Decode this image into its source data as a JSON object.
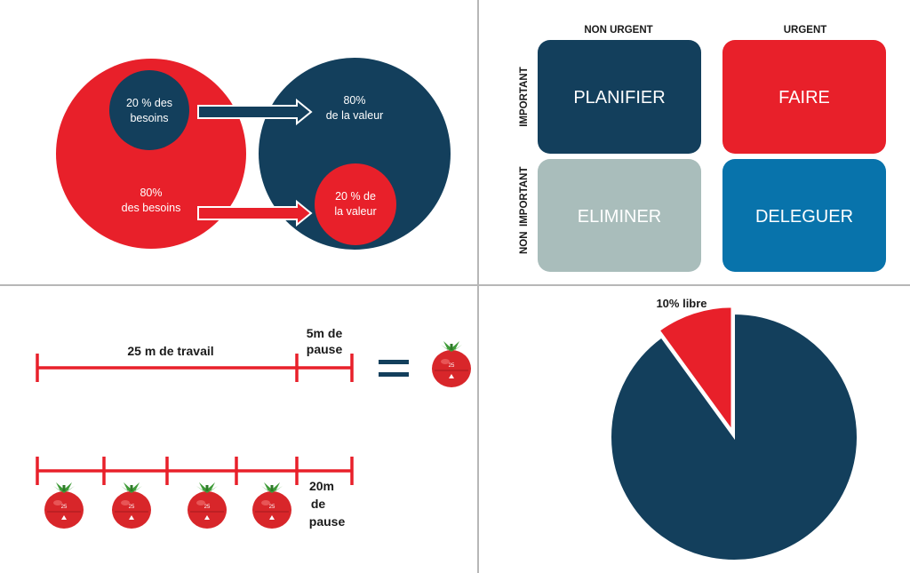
{
  "colors": {
    "red": "#e8202a",
    "navy": "#133f5c",
    "grey": "#a9bdbb",
    "blue": "#0873ab",
    "line": "#b7b7b7",
    "tomato": "#d8262a",
    "leaf": "#3e9a37"
  },
  "pareto": {
    "small_need": [
      "20 % des",
      "besoins"
    ],
    "big_value": [
      "80%",
      "de la valeur"
    ],
    "big_need": [
      "80%",
      "des besoins"
    ],
    "small_value": [
      "20 % de",
      "la valeur"
    ]
  },
  "eisenhower": {
    "col_non_urgent": "NON URGENT",
    "col_urgent": "URGENT",
    "row_important": "IMPORTANT",
    "row_non": "NON",
    "row_important_2": "IMPORTANT",
    "planifier": "PLANIFIER",
    "faire": "FAIRE",
    "eliminer": "ELIMINER",
    "deleguer": "DELEGUER"
  },
  "pomodoro": {
    "work_label": "25 m de travail",
    "short_break": [
      "5m de",
      "pause"
    ],
    "equals": "=",
    "timer_value": "25",
    "long_break": [
      "20m",
      "de",
      "pause"
    ]
  },
  "chart_data": {
    "type": "pie",
    "slices": [
      {
        "label": "10% libre",
        "value": 10,
        "color": "#e8202a",
        "exploded": true
      },
      {
        "label": "",
        "value": 90,
        "color": "#133f5c",
        "exploded": false
      }
    ]
  }
}
